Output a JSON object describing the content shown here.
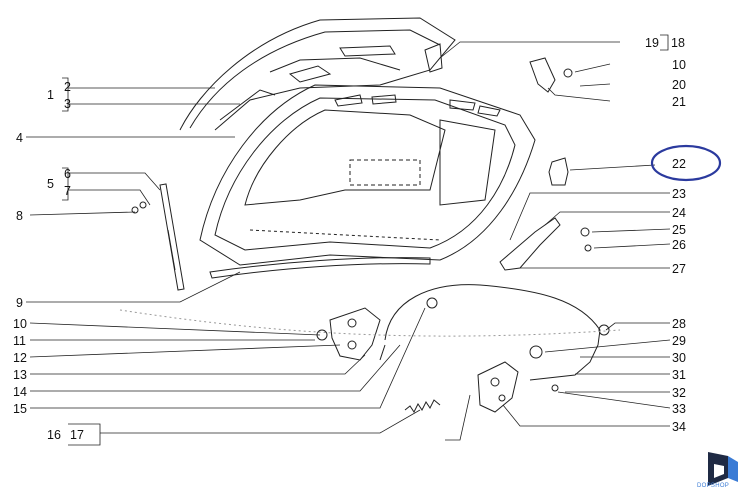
{
  "labels": {
    "l1": "1",
    "l2": "2",
    "l3": "3",
    "l4": "4",
    "l5": "5",
    "l6": "6",
    "l7": "7",
    "l8": "8",
    "l9": "9",
    "l10": "10",
    "l11": "11",
    "l12": "12",
    "l13": "13",
    "l14": "14",
    "l15": "15",
    "l16": "16",
    "l17": "17",
    "l18": "18",
    "l19": "19",
    "r10": "10",
    "r20": "20",
    "r21": "21",
    "r22": "22",
    "r23": "23",
    "r24": "24",
    "r25": "25",
    "r26": "26",
    "r27": "27",
    "r28": "28",
    "r29": "29",
    "r30": "30",
    "r31": "31",
    "r32": "32",
    "r33": "33",
    "r34": "34"
  },
  "brand": {
    "text": "DOPSHOP",
    "color": "#3a7bd5"
  },
  "highlight": {
    "part": "22",
    "color": "#2b3a9e"
  }
}
